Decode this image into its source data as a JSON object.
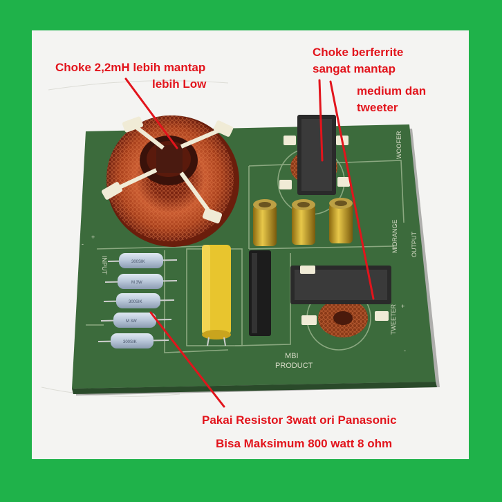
{
  "captions": {
    "choke_left": "Choke 2,2mH lebih mantap",
    "choke_left_2": "lebih Low",
    "choke_right": "Choke berferrite",
    "choke_right_2": "sangat mantap",
    "medium": "medium dan",
    "medium_2": "tweeter",
    "resistor": "Pakai Resistor 3watt ori Panasonic",
    "power": "Bisa Maksimum 800 watt 8 ohm"
  },
  "silkscreen": {
    "input": "INPUT",
    "output": "OUTPUT",
    "woofer": "WOOFER",
    "midrange": "MIDRANGE",
    "tweeter": "TWEETER",
    "brand": "MBI",
    "product": "PRODUCT",
    "plus": "+",
    "minus": "-"
  },
  "resistor_marks": [
    "300SIK",
    "M 3W",
    "300SIK",
    "M 3W",
    "300SIK"
  ],
  "colors": {
    "frame": "#1fb24a",
    "caption": "#e2141c",
    "board": "#3c6b3c",
    "copper": "#c0502a",
    "capacitor_yellow": "#e8c52e"
  }
}
